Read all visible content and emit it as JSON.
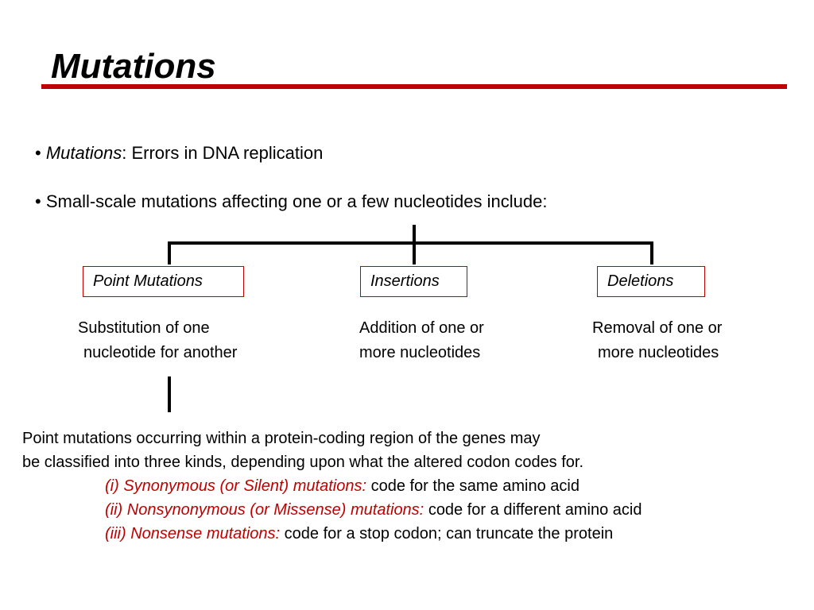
{
  "slide": {
    "title": "Mutations",
    "accent_color": "#c00000",
    "bullets": [
      {
        "term": "Mutations",
        "definition": ": Errors in DNA replication"
      },
      {
        "text": "Small-scale mutations affecting one or a few nucleotides include:"
      }
    ],
    "categories": [
      {
        "label": "Point Mutations",
        "description_line1": "Substitution of one",
        "description_line2": "nucleotide for another"
      },
      {
        "label": "Insertions",
        "description_line1": "Addition of one or",
        "description_line2": "more nucleotides"
      },
      {
        "label": "Deletions",
        "description_line1": "Removal of one or",
        "description_line2": "more nucleotides"
      }
    ],
    "paragraph": {
      "line1": "Point mutations occurring within a protein-coding region of the genes may",
      "line2": "be classified into three kinds, depending upon what the altered codon codes for."
    },
    "kinds": [
      {
        "name": "(i) Synonymous (or Silent) mutations:",
        "description": "code for the same amino acid"
      },
      {
        "name": "(ii) Nonsynonymous (or Missense) mutations:",
        "description": "code for a different amino acid"
      },
      {
        "name": "(iii) Nonsense mutations:",
        "description": "code for a stop codon; can truncate the protein"
      }
    ]
  }
}
